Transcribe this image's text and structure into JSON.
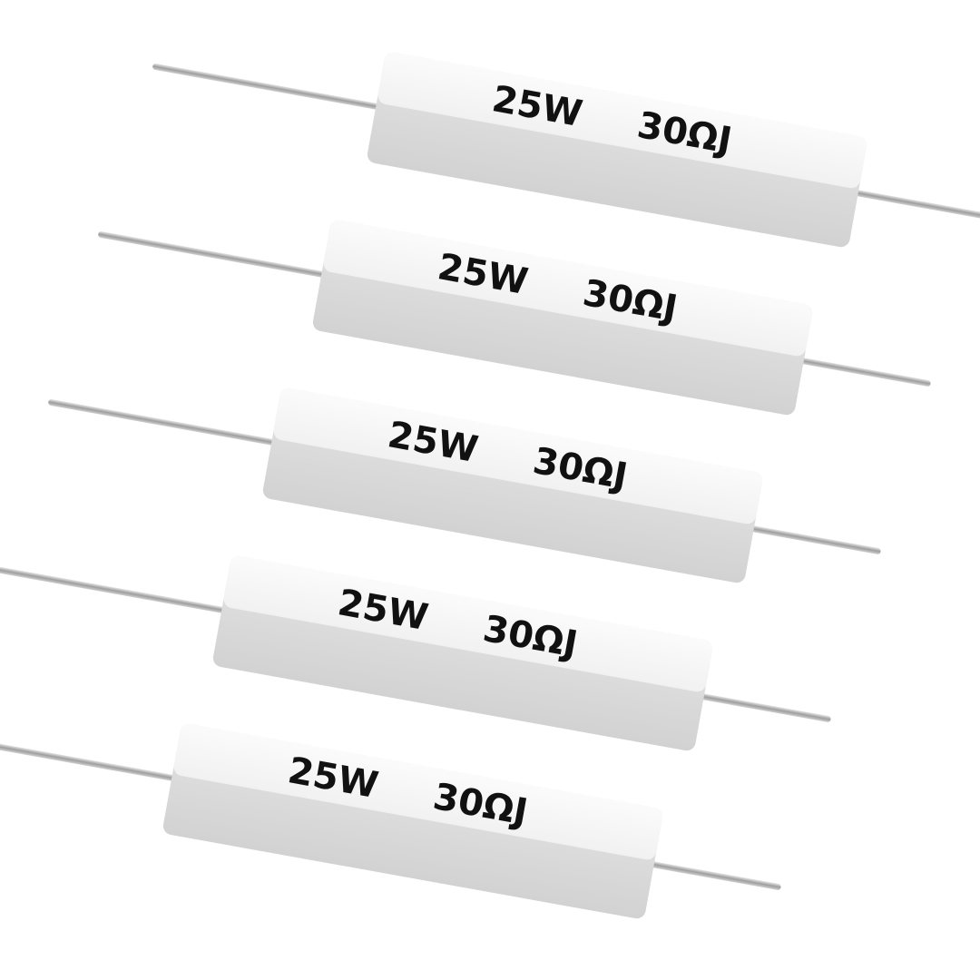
{
  "product": {
    "resistors": [
      {
        "marking_power": "25W",
        "marking_value": "30ΩJ"
      },
      {
        "marking_power": "25W",
        "marking_value": "30ΩJ"
      },
      {
        "marking_power": "25W",
        "marking_value": "30ΩJ"
      },
      {
        "marking_power": "25W",
        "marking_value": "30ΩJ"
      },
      {
        "marking_power": "25W",
        "marking_value": "30ΩJ"
      }
    ]
  },
  "colors": {
    "background": "#ffffff",
    "body_top": "#f7f7f7",
    "body_front": "#dcdcdc",
    "lead_wire": "#b4b4b4",
    "marking_text": "#111111"
  }
}
